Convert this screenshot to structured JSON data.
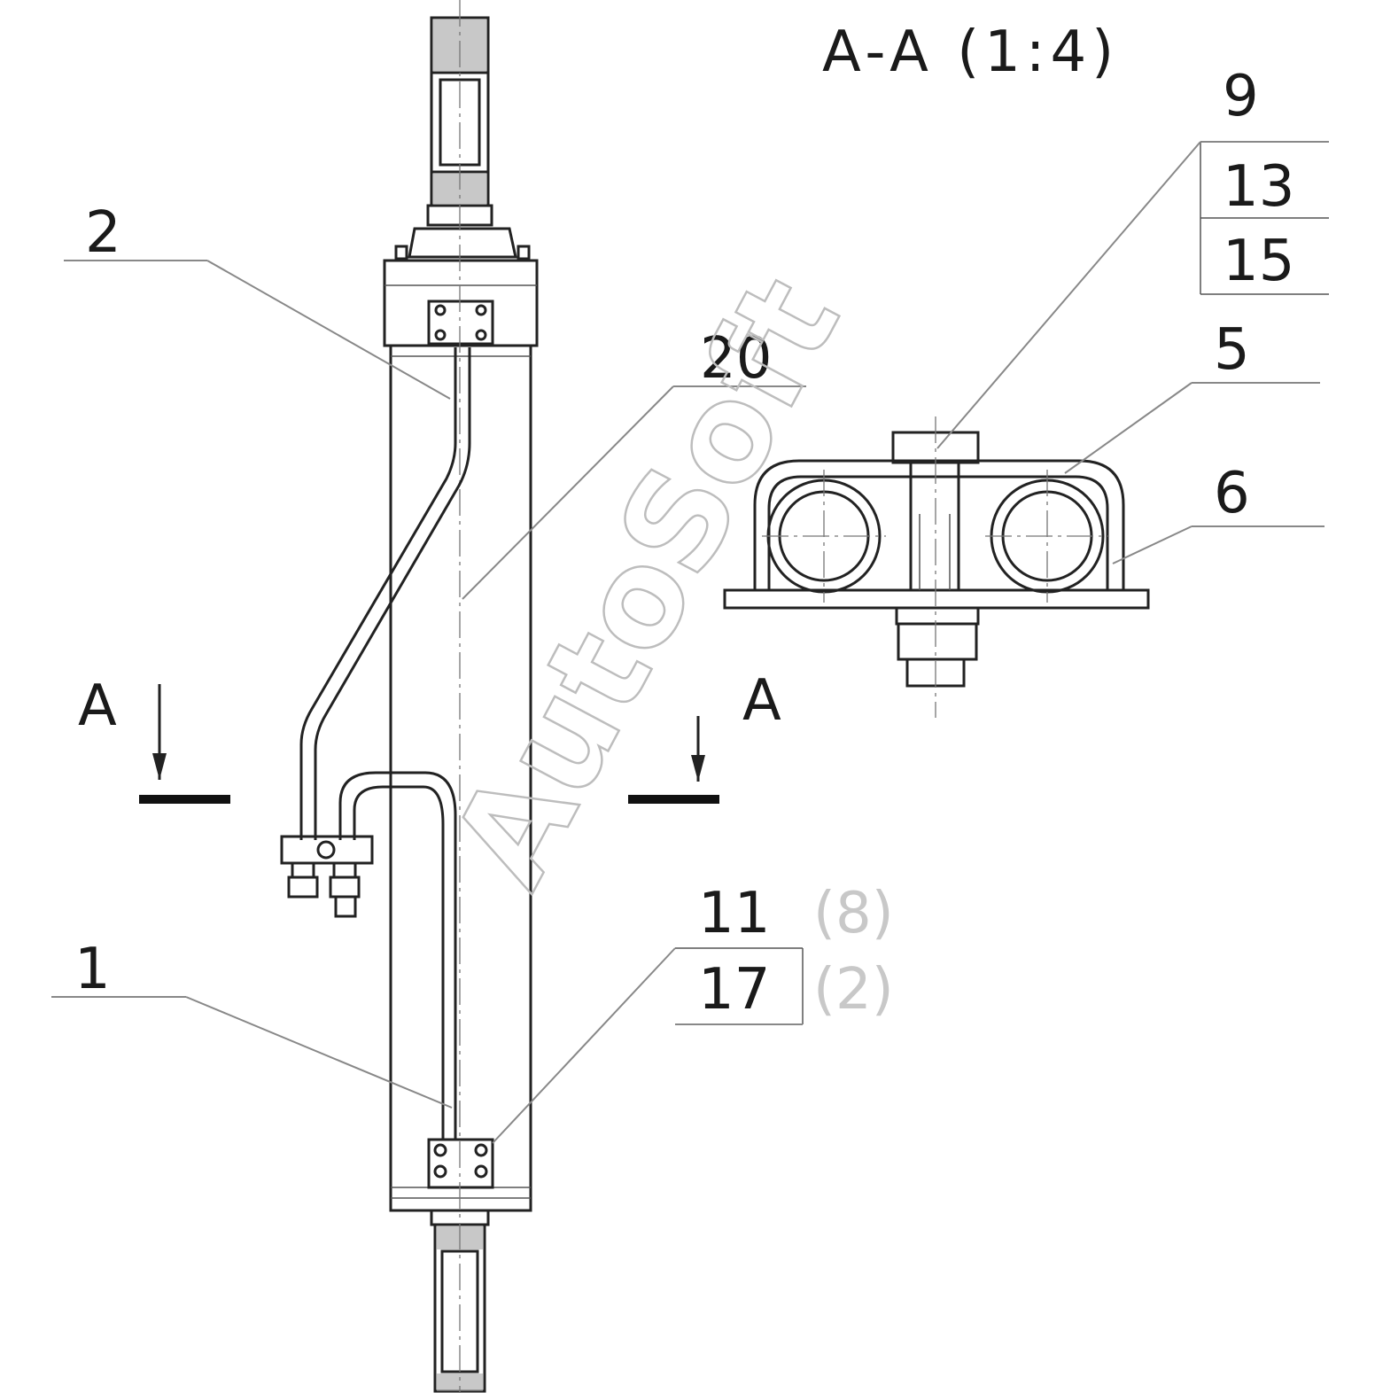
{
  "section_title": "A-A (1:4)",
  "section_marks": {
    "left": "A",
    "right": "A"
  },
  "callouts": {
    "p2": "2",
    "p1": "1",
    "p20": "20",
    "p9": "9",
    "p13": "13",
    "p15": "15",
    "p5": "5",
    "p6": "6",
    "p11": "11",
    "p11_qty": "(8)",
    "p17": "17",
    "p17_qty": "(2)"
  },
  "watermark": "AutoSoft"
}
